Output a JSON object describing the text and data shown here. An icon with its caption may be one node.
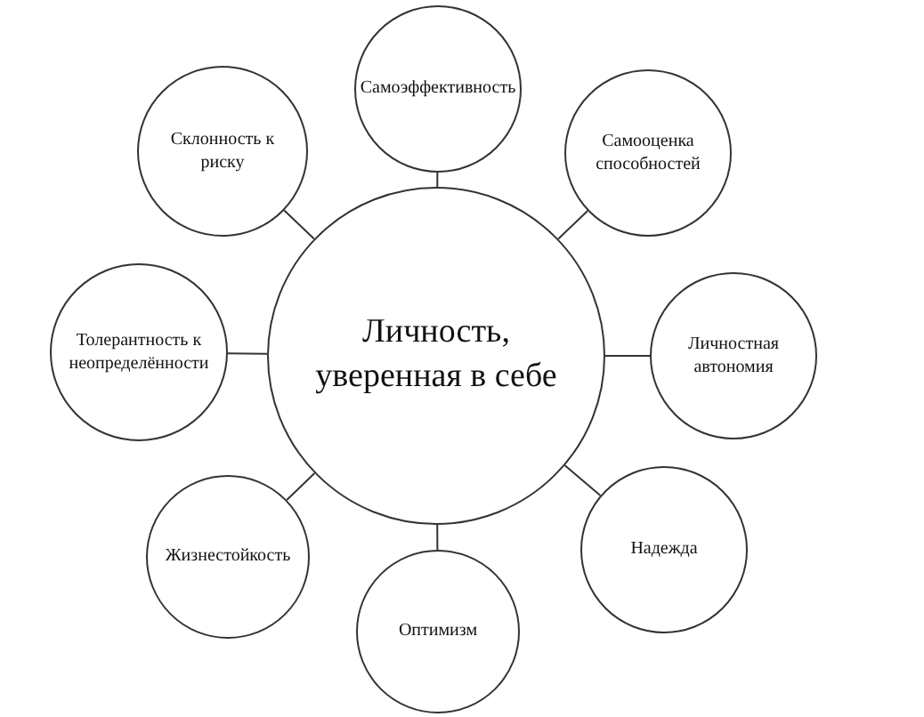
{
  "diagram": {
    "nodes": [
      {
        "text": [
          "Личность, уверенная в себе"
        ]
      },
      {
        "text": [
          "Самоэффективность"
        ]
      },
      {
        "text": [
          "Самооценка способностей"
        ]
      },
      {
        "text": [
          "Личностная автономия"
        ]
      },
      {
        "text": [
          "Надежда"
        ]
      },
      {
        "text": [
          "Оптимизм"
        ]
      },
      {
        "text": [
          "Жизнестойкость"
        ]
      },
      {
        "text": [
          "Толерантность к неопределённости"
        ]
      },
      {
        "text": [
          "Склонность к риску"
        ]
      }
    ],
    "edges": [
      {
        "from": 0,
        "to": 1,
        "arrow": "none"
      },
      {
        "from": 0,
        "to": 2,
        "arrow": "none"
      },
      {
        "from": 0,
        "to": 3,
        "arrow": "none"
      },
      {
        "from": 0,
        "to": 4,
        "arrow": "none"
      },
      {
        "from": 0,
        "to": 5,
        "arrow": "none"
      },
      {
        "from": 0,
        "to": 6,
        "arrow": "none"
      },
      {
        "from": 0,
        "to": 7,
        "arrow": "none"
      },
      {
        "from": 0,
        "to": 8,
        "arrow": "none"
      }
    ]
  }
}
